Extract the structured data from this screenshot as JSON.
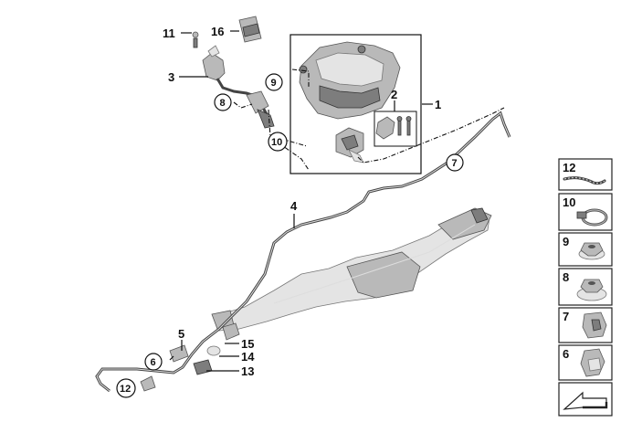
{
  "callouts": {
    "c1": "1",
    "c2": "2",
    "c3": "3",
    "c4": "4",
    "c5": "5",
    "c6": "6",
    "c7": "7",
    "c8": "8",
    "c9": "9",
    "c10": "10",
    "c11": "11",
    "c12": "12",
    "c13": "13",
    "c14": "14",
    "c15": "15",
    "c16": "16"
  },
  "legend": {
    "items": [
      "12",
      "10",
      "9",
      "8",
      "7",
      "6"
    ]
  },
  "icons": {
    "nav": "arrow-icon"
  }
}
